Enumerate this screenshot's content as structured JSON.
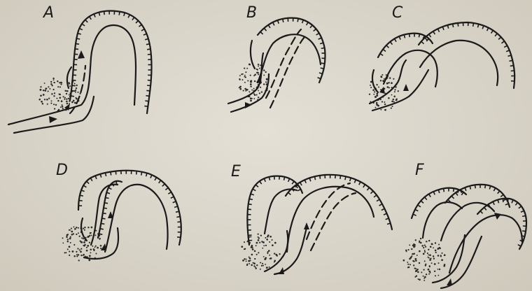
{
  "panels": [
    {
      "id": "A",
      "label": "A"
    },
    {
      "id": "B",
      "label": "B"
    },
    {
      "id": "C",
      "label": "C"
    },
    {
      "id": "D",
      "label": "D"
    },
    {
      "id": "E",
      "label": "E"
    },
    {
      "id": "F",
      "label": "F"
    }
  ],
  "colors": {
    "ink": "#1a1a1a",
    "paper": "#dcd7cb"
  }
}
